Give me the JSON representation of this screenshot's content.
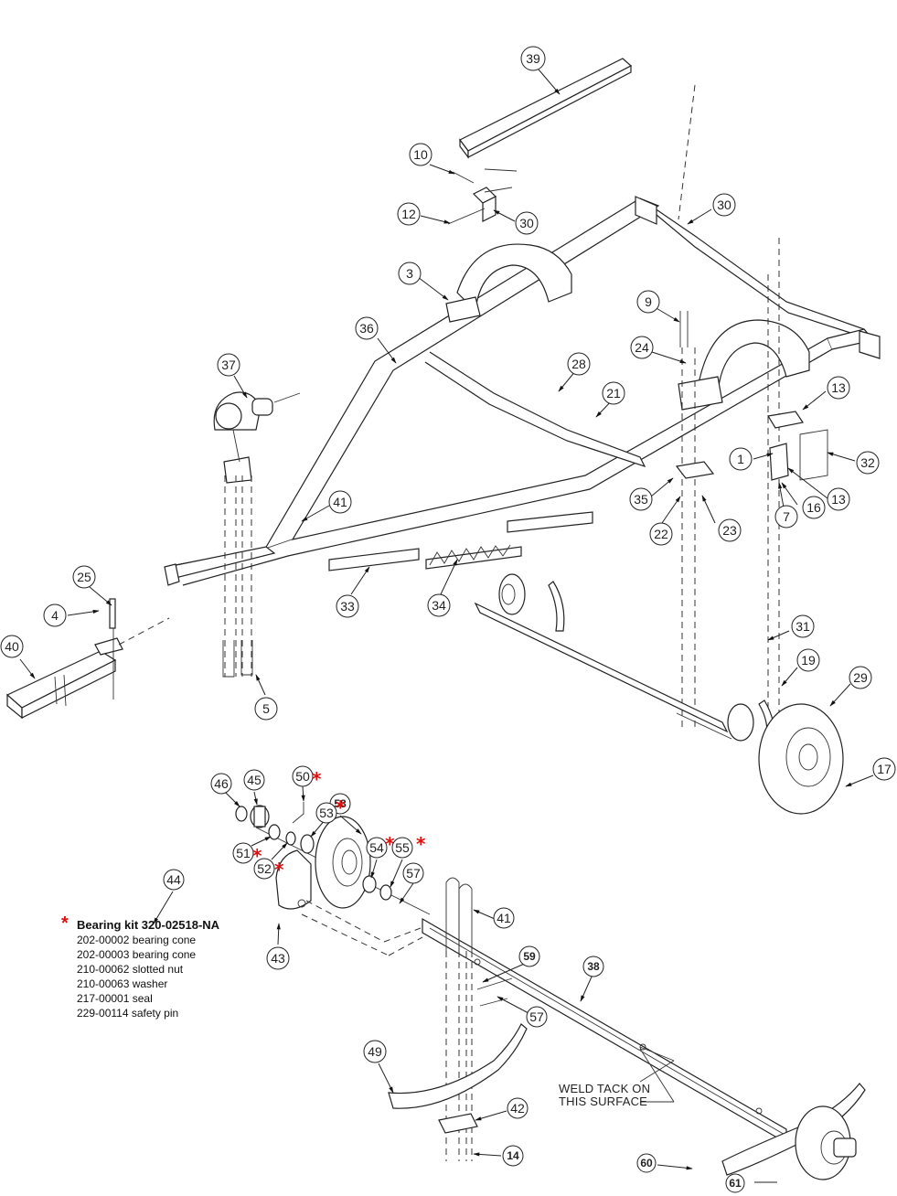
{
  "diagram": {
    "type": "exploded-parts-diagram",
    "subject": "boat trailer assembly",
    "balloons": [
      {
        "id": "39"
      },
      {
        "id": "10"
      },
      {
        "id": "12"
      },
      {
        "id": "30a",
        "label": "30"
      },
      {
        "id": "30b",
        "label": "30"
      },
      {
        "id": "3"
      },
      {
        "id": "9"
      },
      {
        "id": "36"
      },
      {
        "id": "24"
      },
      {
        "id": "37"
      },
      {
        "id": "28"
      },
      {
        "id": "21"
      },
      {
        "id": "13a",
        "label": "13"
      },
      {
        "id": "1"
      },
      {
        "id": "32"
      },
      {
        "id": "13b",
        "label": "13"
      },
      {
        "id": "16"
      },
      {
        "id": "7"
      },
      {
        "id": "35"
      },
      {
        "id": "22"
      },
      {
        "id": "23"
      },
      {
        "id": "41a",
        "label": "41"
      },
      {
        "id": "25"
      },
      {
        "id": "4"
      },
      {
        "id": "33"
      },
      {
        "id": "34"
      },
      {
        "id": "40"
      },
      {
        "id": "5"
      },
      {
        "id": "31"
      },
      {
        "id": "19"
      },
      {
        "id": "29"
      },
      {
        "id": "17"
      },
      {
        "id": "46"
      },
      {
        "id": "45"
      },
      {
        "id": "50",
        "starred": true
      },
      {
        "id": "58",
        "bold": true
      },
      {
        "id": "53",
        "starred": true
      },
      {
        "id": "51",
        "starred": true
      },
      {
        "id": "52",
        "starred": true
      },
      {
        "id": "54",
        "starred": true
      },
      {
        "id": "55",
        "starred": true
      },
      {
        "id": "57a",
        "label": "57"
      },
      {
        "id": "44"
      },
      {
        "id": "43"
      },
      {
        "id": "41b",
        "label": "41"
      },
      {
        "id": "59",
        "bold": true
      },
      {
        "id": "38",
        "bold": true
      },
      {
        "id": "57b",
        "label": "57"
      },
      {
        "id": "49"
      },
      {
        "id": "42"
      },
      {
        "id": "14",
        "bold": true
      },
      {
        "id": "60",
        "bold": true
      },
      {
        "id": "61",
        "bold": true
      }
    ],
    "labels": {
      "b39": "39",
      "b10": "10",
      "b12": "12",
      "b30a": "30",
      "b30b": "30",
      "b3": "3",
      "b9": "9",
      "b36": "36",
      "b24": "24",
      "b37": "37",
      "b28": "28",
      "b21": "21",
      "b13a": "13",
      "b1": "1",
      "b32": "32",
      "b13b": "13",
      "b16": "16",
      "b7": "7",
      "b35": "35",
      "b22": "22",
      "b23": "23",
      "b41a": "41",
      "b25": "25",
      "b4": "4",
      "b33": "33",
      "b34": "34",
      "b40": "40",
      "b5": "5",
      "b31": "31",
      "b19": "19",
      "b29": "29",
      "b17": "17",
      "b46": "46",
      "b45": "45",
      "b50": "50",
      "b58": "58",
      "b53": "53",
      "b51": "51",
      "b52": "52",
      "b54": "54",
      "b55": "55",
      "b57a": "57",
      "b44": "44",
      "b43": "43",
      "b41b": "41",
      "b59": "59",
      "b38": "38",
      "b57b": "57",
      "b49": "49",
      "b42": "42",
      "b14": "14",
      "b60": "60",
      "b61": "61"
    },
    "star_marker": "*",
    "star_color": "#e01010"
  },
  "bearing_kit": {
    "marker": "*",
    "title": "Bearing kit 320-02518-NA",
    "items": [
      "202-00002 bearing cone",
      "202-00003 bearing cone",
      "210-00062 slotted nut",
      "210-00063 washer",
      "217-00001 seal",
      "229-00114 safety pin"
    ]
  },
  "notes": {
    "weld_line1": "WELD TACK ON",
    "weld_line2": "THIS SURFACE"
  }
}
